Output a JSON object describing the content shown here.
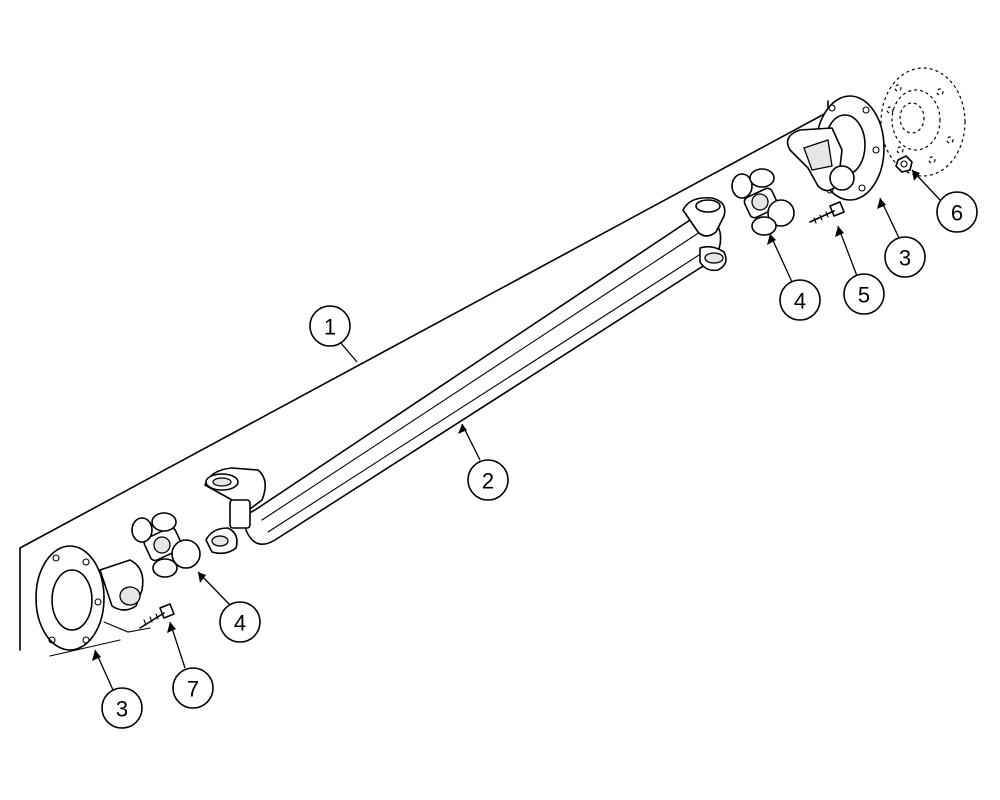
{
  "callouts": [
    {
      "id": "c1",
      "label": "1"
    },
    {
      "id": "c2",
      "label": "2"
    },
    {
      "id": "c3a",
      "label": "3"
    },
    {
      "id": "c3b",
      "label": "3"
    },
    {
      "id": "c4a",
      "label": "4"
    },
    {
      "id": "c4b",
      "label": "4"
    },
    {
      "id": "c5",
      "label": "5"
    },
    {
      "id": "c6",
      "label": "6"
    },
    {
      "id": "c7",
      "label": "7"
    }
  ]
}
